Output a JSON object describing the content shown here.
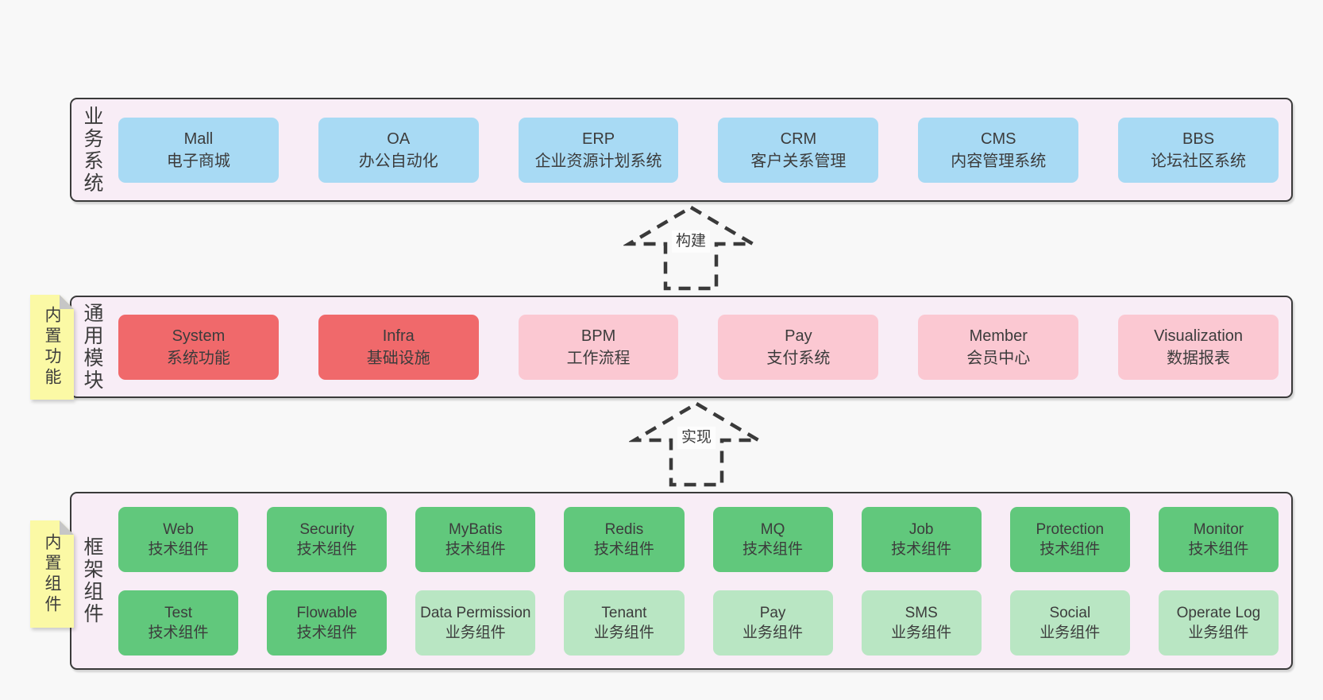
{
  "colors": {
    "page_bg": "#f8f8f8",
    "layer_bg": "#f8edf6",
    "layer_border": "#3a3a3a",
    "blue": "#a8daf4",
    "red": "#f0696b",
    "pink": "#fbc8d2",
    "green": "#61c87c",
    "light_green": "#b9e6c3",
    "note_yellow": "#fbf9a5",
    "note_fold_gray": "#c6c6c6",
    "text": "#3c3c3c"
  },
  "layers": [
    {
      "id": "business",
      "label": "业务系统",
      "note": null,
      "rows": [
        [
          {
            "title": "Mall",
            "subtitle": "电子商城",
            "color": "blue"
          },
          {
            "title": "OA",
            "subtitle": "办公自动化",
            "color": "blue"
          },
          {
            "title": "ERP",
            "subtitle": "企业资源计划系统",
            "color": "blue"
          },
          {
            "title": "CRM",
            "subtitle": "客户关系管理",
            "color": "blue"
          },
          {
            "title": "CMS",
            "subtitle": "内容管理系统",
            "color": "blue"
          },
          {
            "title": "BBS",
            "subtitle": "论坛社区系统",
            "color": "blue"
          }
        ]
      ]
    },
    {
      "id": "modules",
      "label": "通用模块",
      "note": "内置功能",
      "rows": [
        [
          {
            "title": "System",
            "subtitle": "系统功能",
            "color": "red"
          },
          {
            "title": "Infra",
            "subtitle": "基础设施",
            "color": "red"
          },
          {
            "title": "BPM",
            "subtitle": "工作流程",
            "color": "pink"
          },
          {
            "title": "Pay",
            "subtitle": "支付系统",
            "color": "pink"
          },
          {
            "title": "Member",
            "subtitle": "会员中心",
            "color": "pink"
          },
          {
            "title": "Visualization",
            "subtitle": "数据报表",
            "color": "pink"
          }
        ]
      ]
    },
    {
      "id": "components",
      "label": "框架组件",
      "note": "内置组件",
      "rows": [
        [
          {
            "title": "Web",
            "subtitle": "技术组件",
            "color": "green"
          },
          {
            "title": "Security",
            "subtitle": "技术组件",
            "color": "green"
          },
          {
            "title": "MyBatis",
            "subtitle": "技术组件",
            "color": "green"
          },
          {
            "title": "Redis",
            "subtitle": "技术组件",
            "color": "green"
          },
          {
            "title": "MQ",
            "subtitle": "技术组件",
            "color": "green"
          },
          {
            "title": "Job",
            "subtitle": "技术组件",
            "color": "green"
          },
          {
            "title": "Protection",
            "subtitle": "技术组件",
            "color": "green"
          },
          {
            "title": "Monitor",
            "subtitle": "技术组件",
            "color": "green"
          }
        ],
        [
          {
            "title": "Test",
            "subtitle": "技术组件",
            "color": "green"
          },
          {
            "title": "Flowable",
            "subtitle": "技术组件",
            "color": "green"
          },
          {
            "title": "Data Permission",
            "subtitle": "业务组件",
            "color": "lightgreen"
          },
          {
            "title": "Tenant",
            "subtitle": "业务组件",
            "color": "lightgreen"
          },
          {
            "title": "Pay",
            "subtitle": "业务组件",
            "color": "lightgreen"
          },
          {
            "title": "SMS",
            "subtitle": "业务组件",
            "color": "lightgreen"
          },
          {
            "title": "Social",
            "subtitle": "业务组件",
            "color": "lightgreen"
          },
          {
            "title": "Operate Log",
            "subtitle": "业务组件",
            "color": "lightgreen"
          }
        ]
      ]
    }
  ],
  "arrows": [
    {
      "id": "build",
      "label": "构建"
    },
    {
      "id": "implement",
      "label": "实现"
    }
  ]
}
